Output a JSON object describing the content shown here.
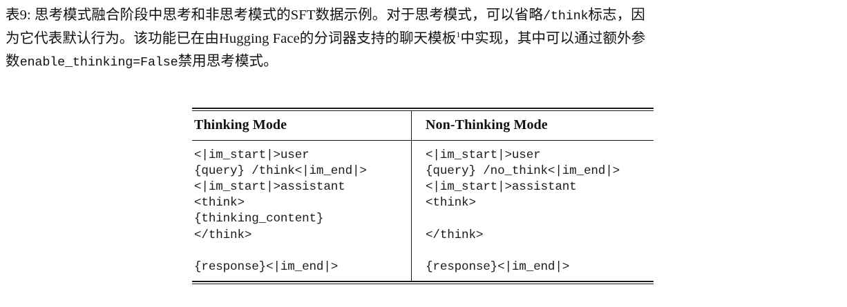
{
  "caption": {
    "label": "表9:",
    "line1_a": "表9: 思考模式融合阶段中思考和非思考模式的SFT数据示例。对于思考模式，可以省略",
    "line1_code": "/think",
    "line1_b": "标志，因",
    "line2_a": "为它代表默认行为。该功能已在由Hugging Face的分词器支持的聊天模板",
    "line2_fn": "1",
    "line2_b": "中实现，其中可以通过额外参",
    "line3_a": "数",
    "line3_code": "enable_thinking=False",
    "line3_b": "禁用思考模式。",
    "full_text": "表9: 思考模式融合阶段中思考和非思考模式的SFT数据示例。对于思考模式，可以省略/think标志，因为它代表默认行为。该功能已在由Hugging Face的分词器支持的聊天模板1中实现，其中可以通过额外参数enable_thinking=False禁用思考模式。"
  },
  "table": {
    "headers": {
      "left": "Thinking Mode",
      "right": "Non-Thinking Mode"
    },
    "cells": {
      "left": "<|im_start|>user\n{query} /think<|im_end|>\n<|im_start|>assistant\n<think>\n{thinking_content}\n</think>\n\n{response}<|im_end|>",
      "right": "<|im_start|>user\n{query} /no_think<|im_end|>\n<|im_start|>assistant\n<think>\n\n</think>\n\n{response}<|im_end|>"
    },
    "left_lines": [
      "<|im_start|>user",
      "{query} /think<|im_end|>",
      "<|im_start|>assistant",
      "<think>",
      "{thinking_content}",
      "</think>",
      "",
      "{response}<|im_end|>"
    ],
    "right_lines": [
      "<|im_start|>user",
      "{query} /no_think<|im_end|>",
      "<|im_start|>assistant",
      "<think>",
      "",
      "</think>",
      "",
      "{response}<|im_end|>"
    ]
  },
  "colors": {
    "text": "#1a1a1a",
    "rule": "#1a1a1a",
    "background": "#ffffff"
  }
}
